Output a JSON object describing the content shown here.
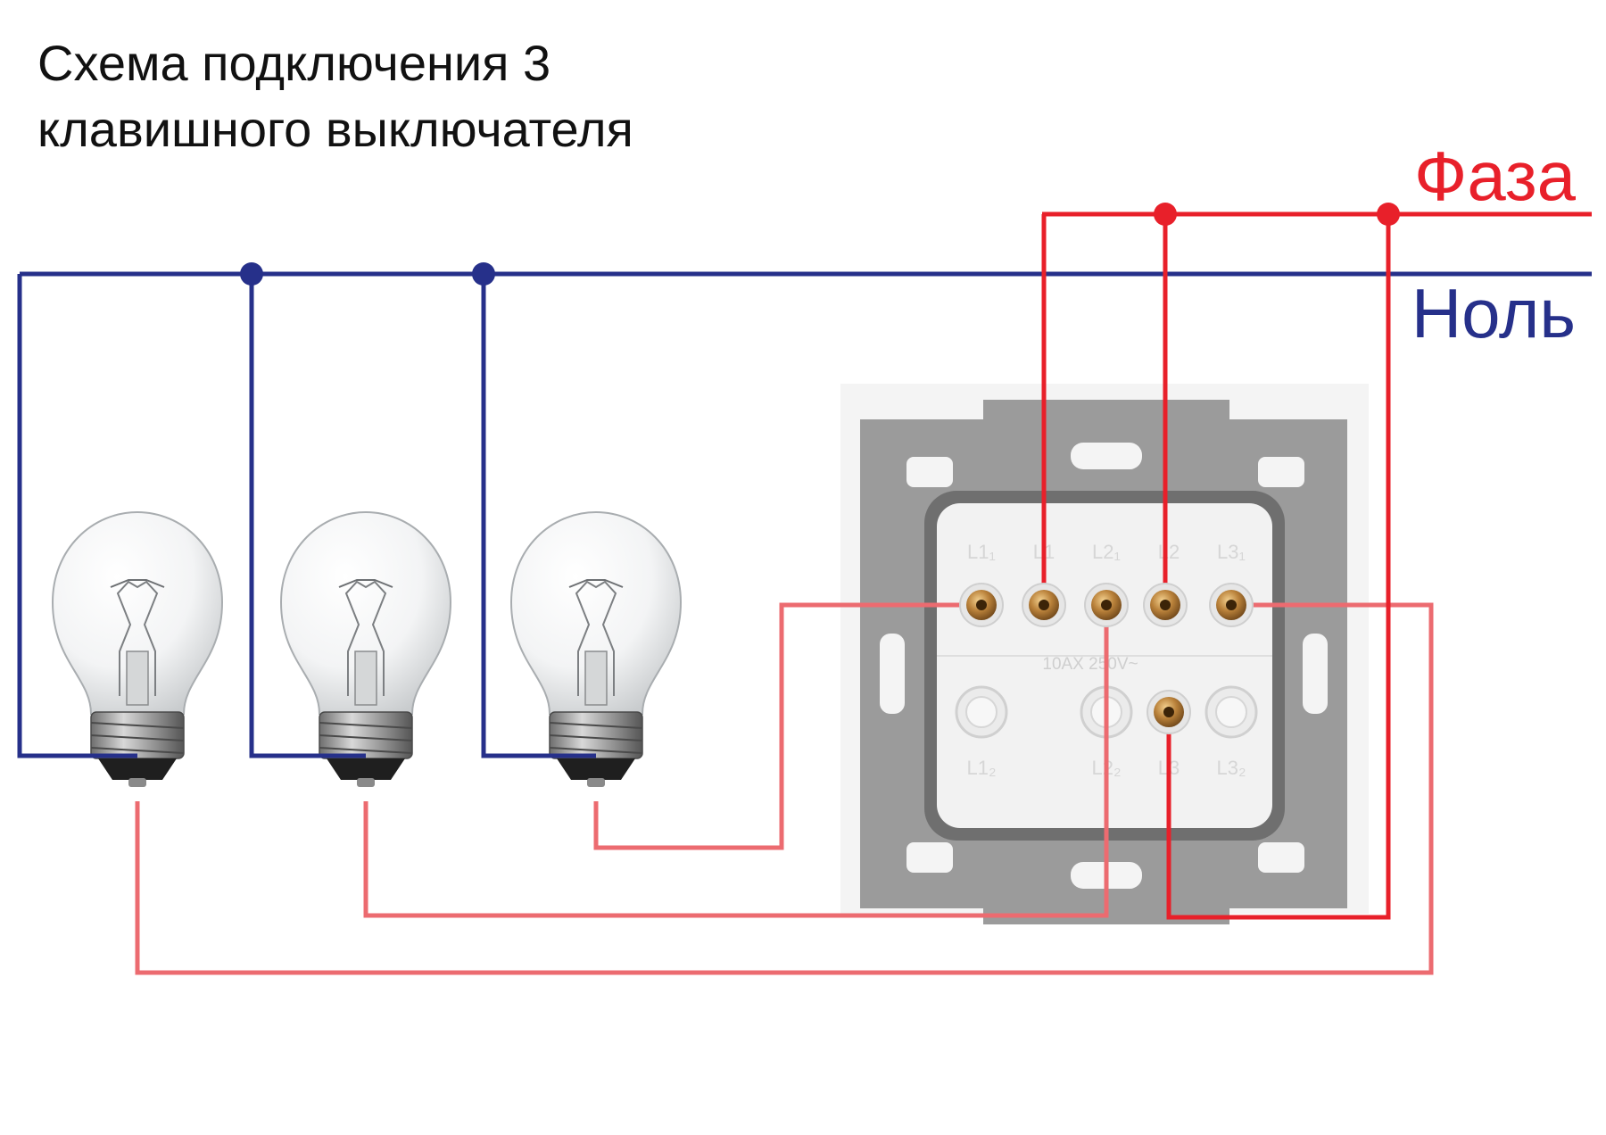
{
  "title": {
    "line1": "Схема подключения 3",
    "line2": "клавишного выключателя"
  },
  "legend": {
    "phase": "Фаза",
    "neutral": "Ноль"
  },
  "switch": {
    "top_terminals": [
      "L1₁",
      "L1",
      "L2₁",
      "L2",
      "L3₁"
    ],
    "bottom_terminals": [
      "L1₂",
      "L2₂",
      "L3",
      "L3₂"
    ],
    "rating": "10AX 250V~"
  },
  "colors": {
    "phase": "#e8202a",
    "neutral": "#26308a",
    "switched": "#ec6b70",
    "plate": "#9a9a9a",
    "mechanism": "#f2f2f2",
    "brass": "#b07a35"
  },
  "components": {
    "lamps": 3,
    "switch_keys": 3
  }
}
